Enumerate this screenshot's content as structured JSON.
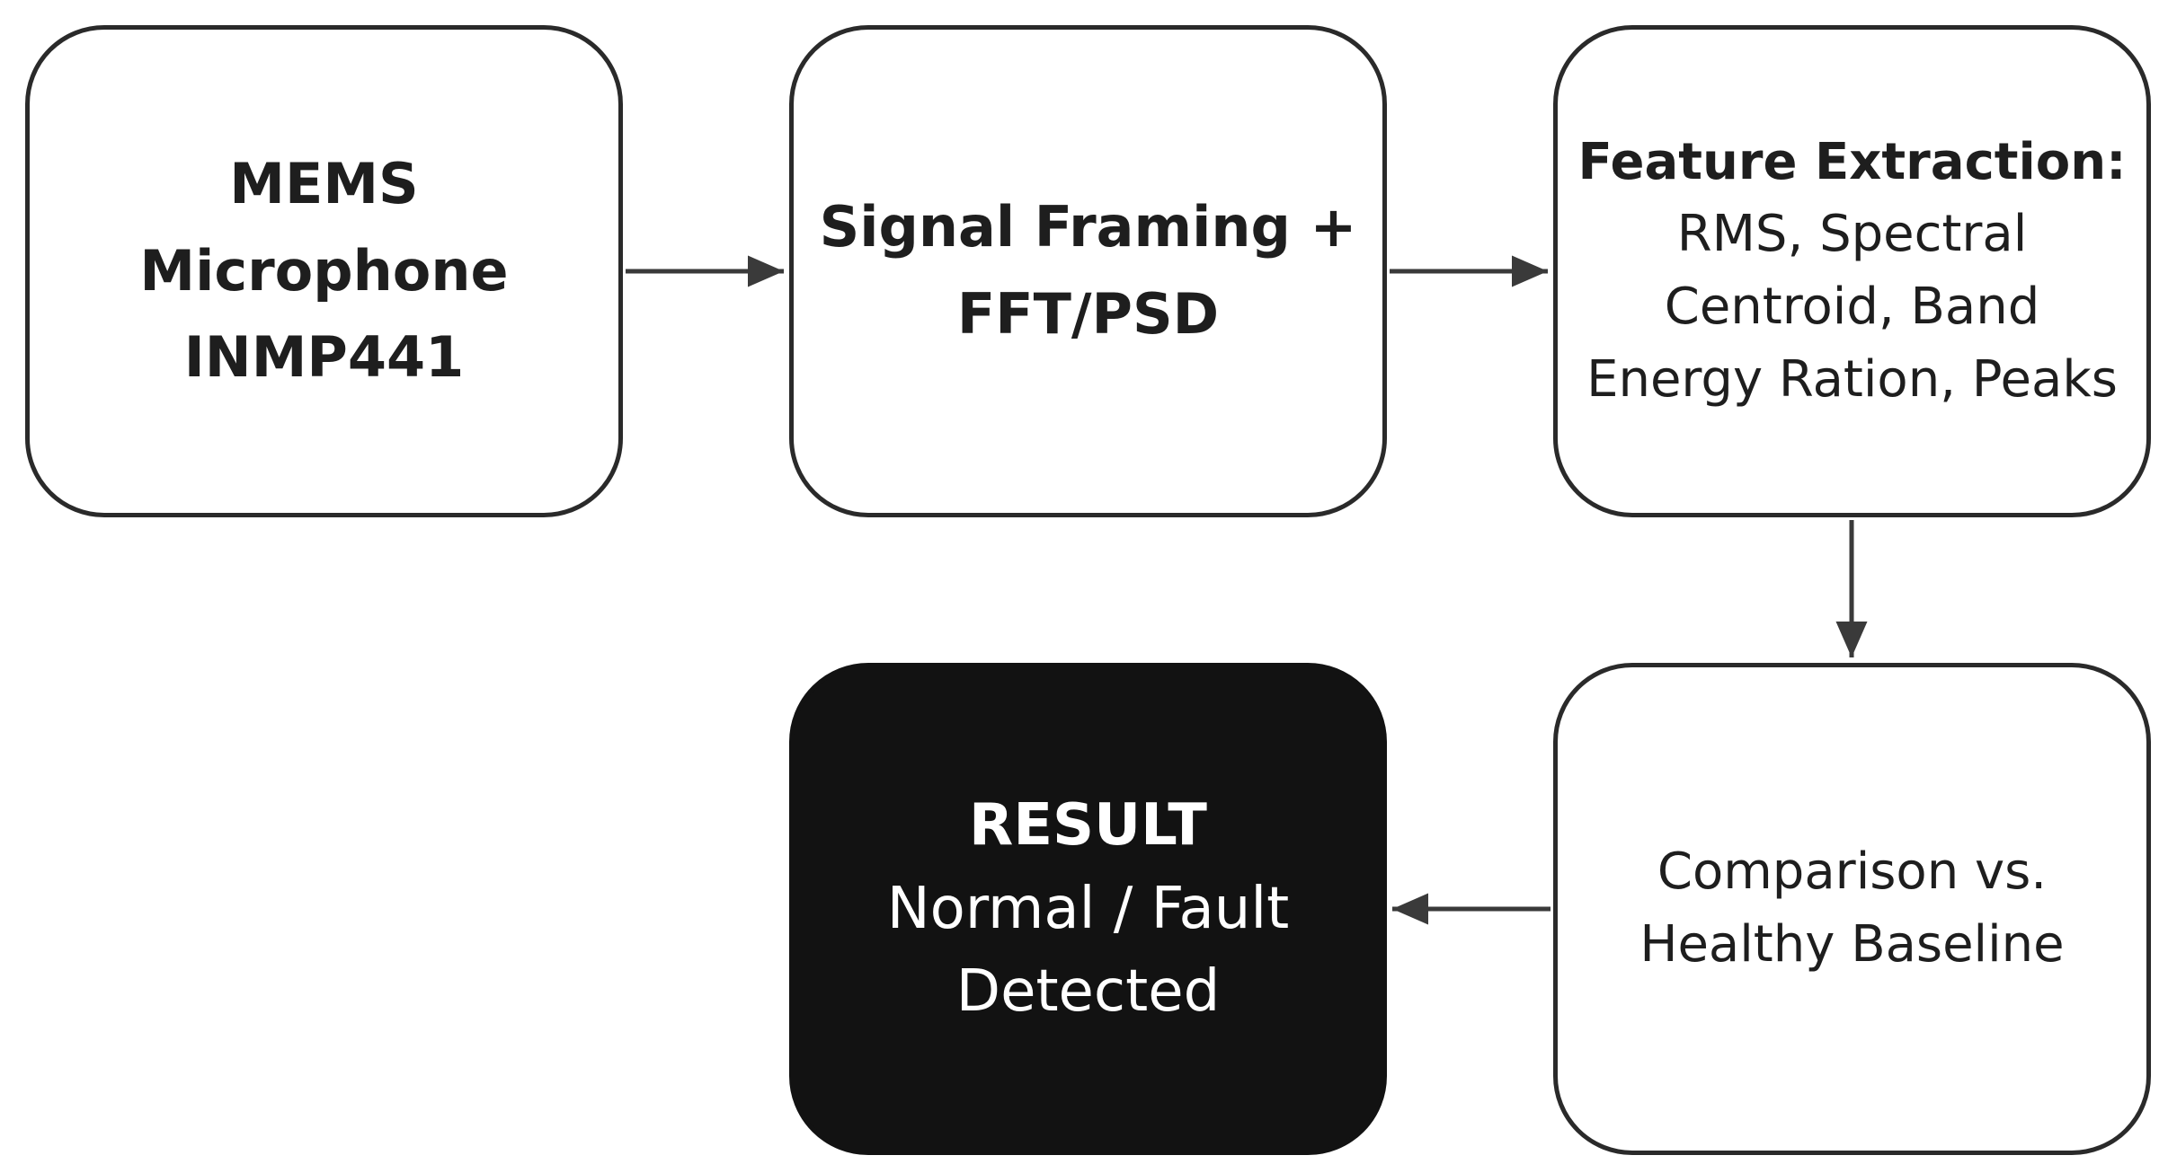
{
  "nodes": {
    "mic": {
      "lines": [
        "MEMS",
        "Microphone",
        "INMP441"
      ]
    },
    "fft": {
      "lines": [
        "Signal Framing +",
        "FFT/PSD"
      ]
    },
    "features": {
      "heading": "Feature Extraction:",
      "lines": [
        "RMS, Spectral",
        "Centroid, Band",
        "Energy Ration, Peaks"
      ]
    },
    "comparison": {
      "lines": [
        "Comparison vs.",
        "Healthy Baseline"
      ]
    },
    "result": {
      "heading": "RESULT",
      "lines": [
        "Normal / Fault",
        "Detected"
      ]
    }
  },
  "edges": [
    {
      "from": "mic",
      "to": "fft"
    },
    {
      "from": "fft",
      "to": "features"
    },
    {
      "from": "features",
      "to": "comparison"
    },
    {
      "from": "comparison",
      "to": "result"
    }
  ],
  "colors": {
    "stroke": "#2a2a2a",
    "text": "#1e1e1e",
    "result_fill": "#121212",
    "result_text": "#ffffff",
    "background": "#ffffff"
  }
}
